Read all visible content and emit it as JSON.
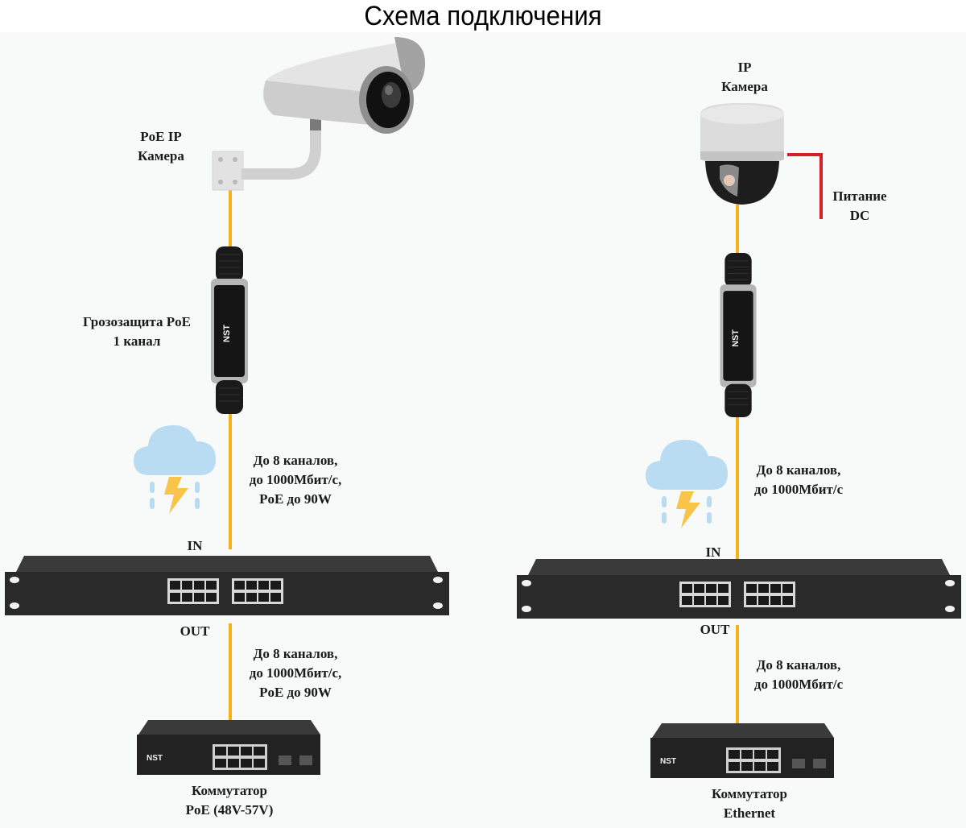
{
  "title": "Схема подключения",
  "colors": {
    "cable": "#f5b21a",
    "dc_power_wire": "#d81f26",
    "device_body": "#2b2b2b",
    "cloud": "#b9dcf3",
    "lightning": "#f8c44a"
  },
  "left_scheme": {
    "camera": {
      "lines": [
        "PoE IP",
        "Камера"
      ],
      "icon": "bullet-camera-icon"
    },
    "surge_protector": {
      "lines": [
        "Грозозащита PoE",
        "1 канал"
      ],
      "brand": "NST",
      "icon": "surge-protector-icon"
    },
    "weather_icon": "thunderstorm-cloud-icon",
    "upper_link": {
      "lines": [
        "До 8 каналов,",
        "до 1000Мбит/с,",
        "PoE до 90W"
      ]
    },
    "rack_device": {
      "in_label": "IN",
      "out_label": "OUT",
      "ports": 16,
      "icon": "rack-surge-protector-icon"
    },
    "lower_link": {
      "lines": [
        "До 8 каналов,",
        "до 1000Мбит/с,",
        "PoE до 90W"
      ]
    },
    "switch": {
      "lines": [
        "Коммутатор",
        "PoE (48V-57V)"
      ],
      "brand": "NST",
      "ports": 8,
      "sfp_ports": 2,
      "icon": "network-switch-icon"
    }
  },
  "right_scheme": {
    "camera": {
      "lines": [
        "IP",
        "Камера"
      ],
      "icon": "dome-camera-icon"
    },
    "dc_power": {
      "lines": [
        "Питание",
        "DC"
      ]
    },
    "surge_protector": {
      "brand": "NST",
      "icon": "surge-protector-icon"
    },
    "weather_icon": "thunderstorm-cloud-icon",
    "upper_link": {
      "lines": [
        "До 8 каналов,",
        "до 1000Мбит/с"
      ]
    },
    "rack_device": {
      "in_label": "IN",
      "out_label": "OUT",
      "ports": 16,
      "icon": "rack-surge-protector-icon"
    },
    "lower_link": {
      "lines": [
        "До 8 каналов,",
        "до 1000Мбит/с"
      ]
    },
    "switch": {
      "lines": [
        "Коммутатор",
        "Ethernet"
      ],
      "brand": "NST",
      "ports": 8,
      "sfp_ports": 2,
      "icon": "network-switch-icon"
    }
  }
}
